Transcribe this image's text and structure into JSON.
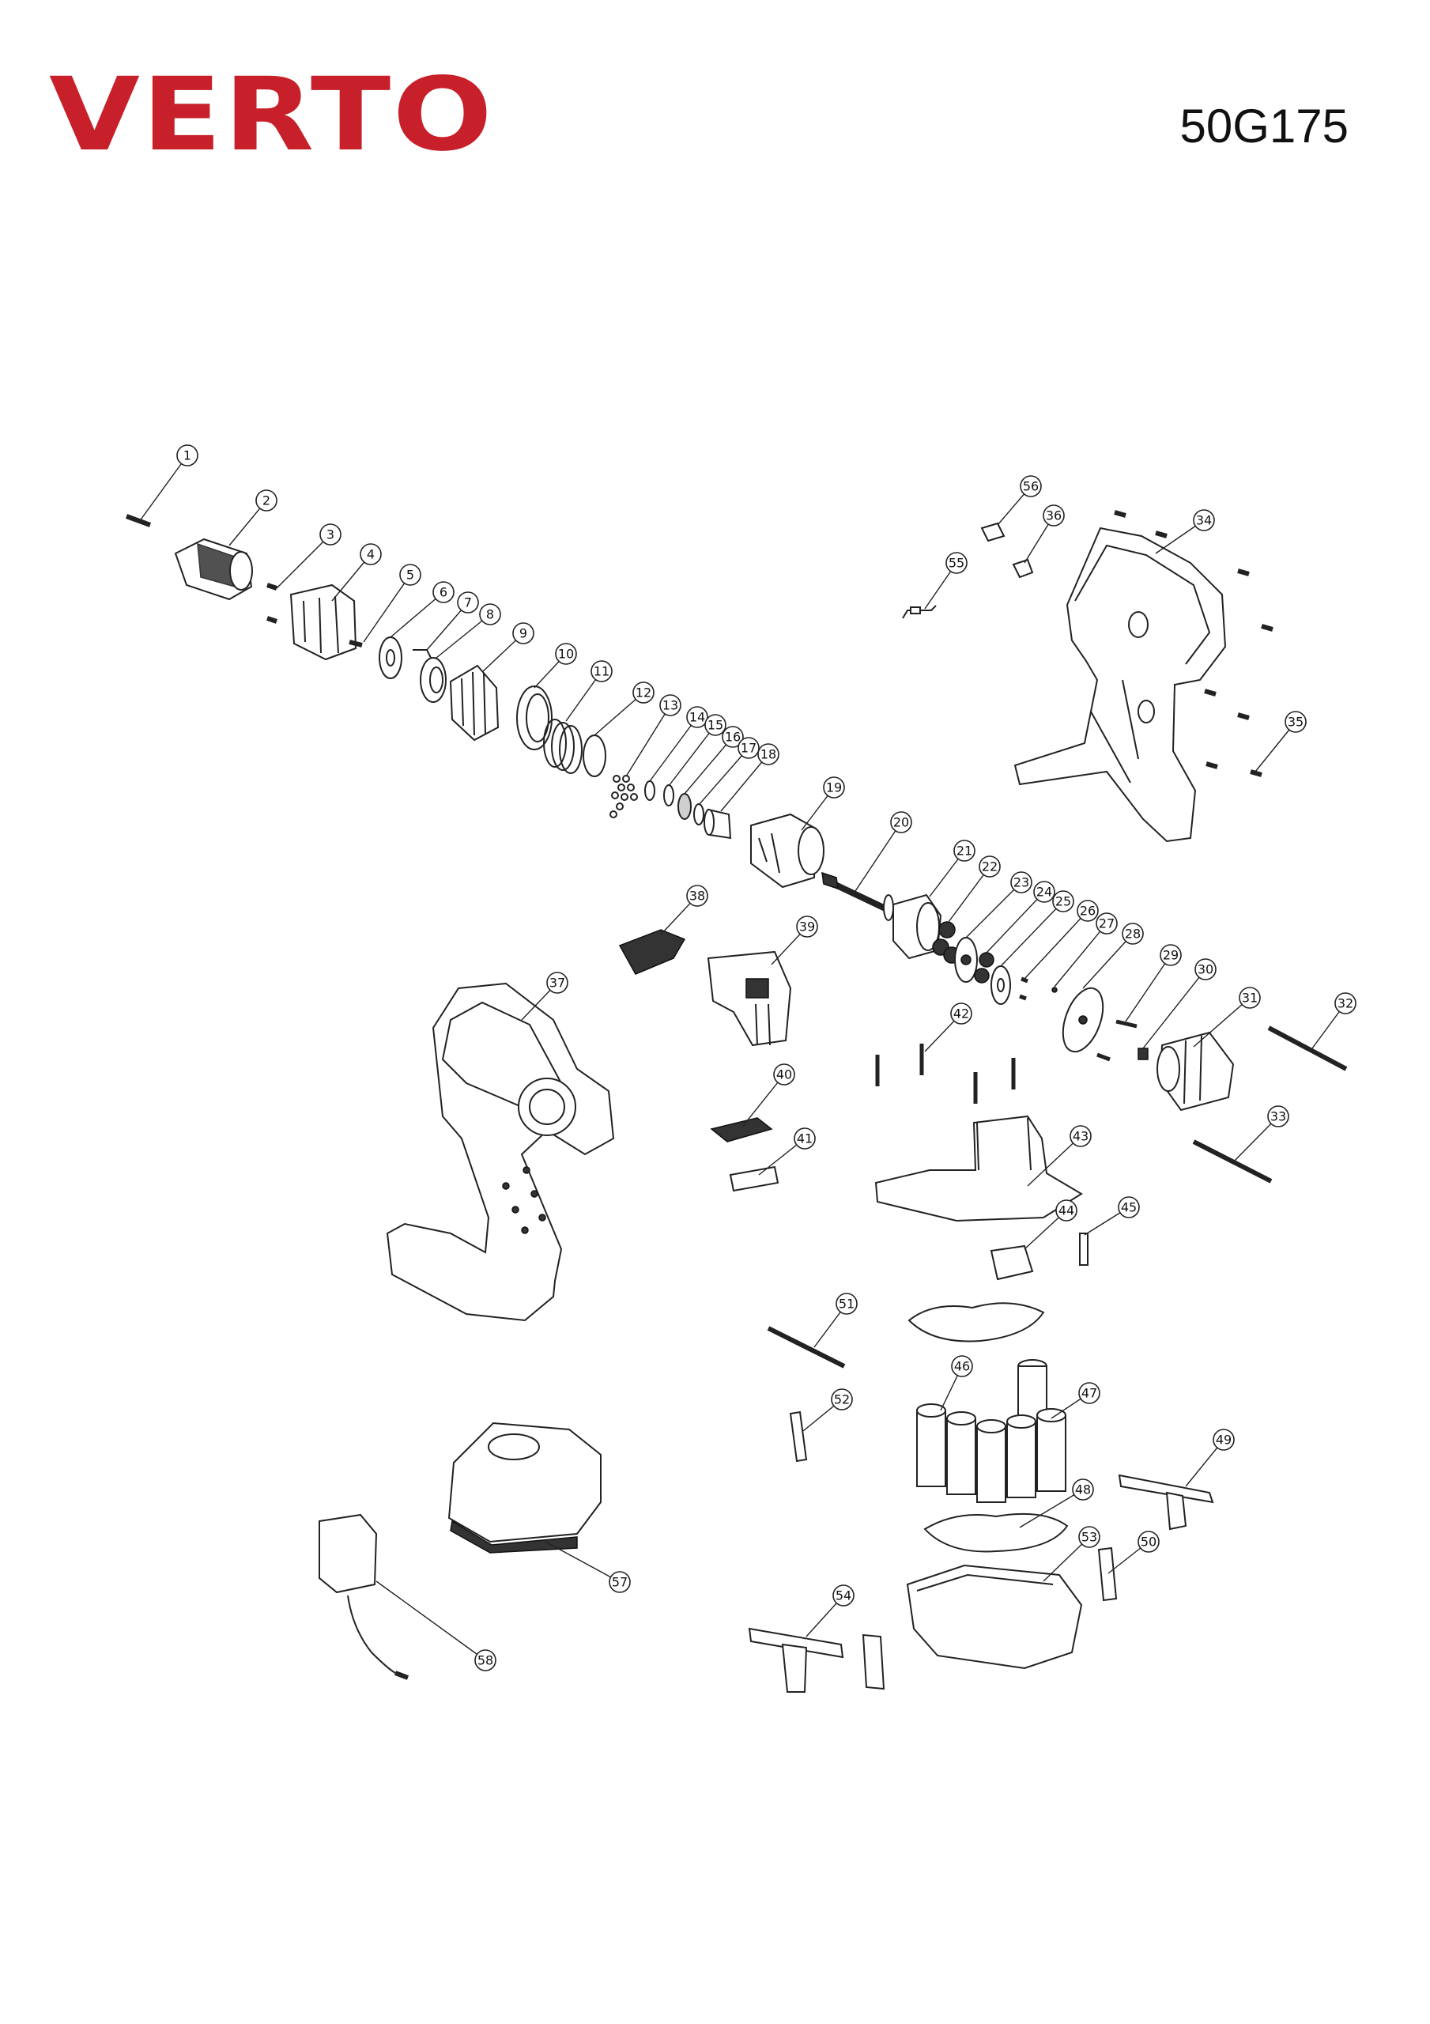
{
  "header": {
    "brand": "VERTO",
    "model": "50G175"
  },
  "colors": {
    "brand_red": "#c8202a",
    "line": "#222222"
  },
  "callouts": [
    "1",
    "2",
    "3",
    "4",
    "5",
    "6",
    "7",
    "8",
    "9",
    "10",
    "11",
    "12",
    "13",
    "14",
    "15",
    "16",
    "17",
    "18",
    "19",
    "20",
    "21",
    "22",
    "23",
    "24",
    "25",
    "26",
    "27",
    "28",
    "29",
    "30",
    "31",
    "32",
    "33",
    "34",
    "35",
    "36",
    "37",
    "38",
    "39",
    "40",
    "41",
    "42",
    "43",
    "44",
    "45",
    "46",
    "47",
    "48",
    "49",
    "50",
    "51",
    "52",
    "53",
    "54",
    "55",
    "56",
    "57",
    "58"
  ]
}
